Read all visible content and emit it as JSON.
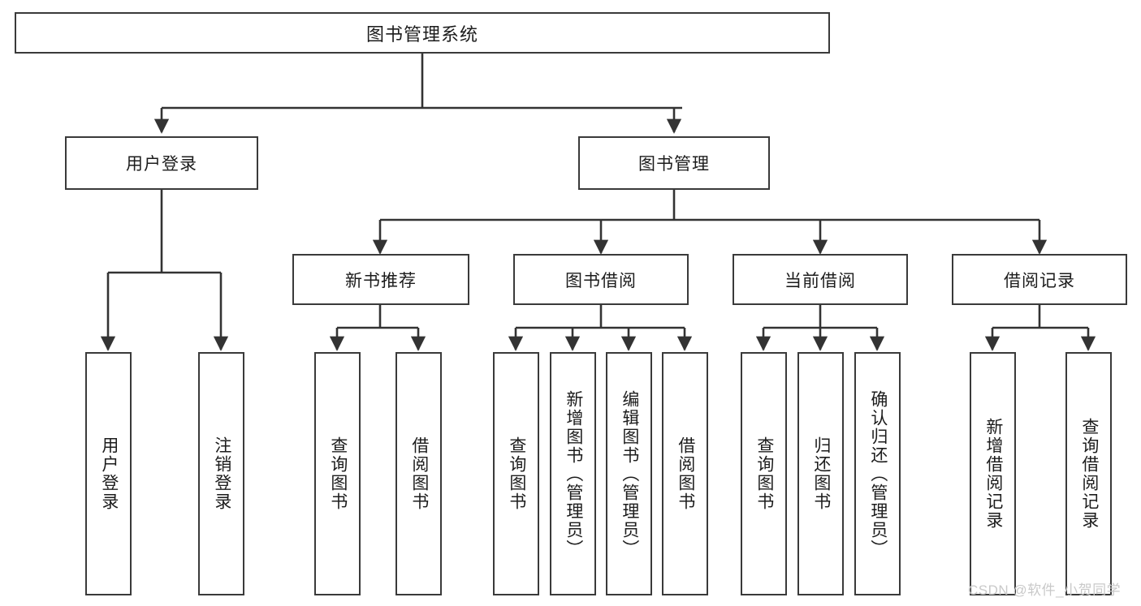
{
  "diagram": {
    "title": "图书管理系统",
    "type": "hierarchy-tree",
    "colors": {
      "node_border": "#3a3a3a",
      "node_fill": "#ffffff",
      "connector": "#333333",
      "text": "#1c1c1c",
      "watermark": "#c9c9c9"
    },
    "levels": {
      "root": {
        "label": "图书管理系统"
      },
      "level2": [
        {
          "id": "user-login",
          "label": "用户登录"
        },
        {
          "id": "book-management",
          "label": "图书管理"
        }
      ],
      "level3": [
        {
          "id": "new-book-recommend",
          "label": "新书推荐",
          "parent": "book-management"
        },
        {
          "id": "book-borrow",
          "label": "图书借阅",
          "parent": "book-management"
        },
        {
          "id": "current-borrow",
          "label": "当前借阅",
          "parent": "book-management"
        },
        {
          "id": "borrow-record",
          "label": "借阅记录",
          "parent": "book-management"
        }
      ],
      "leaves": [
        {
          "id": "leaf-user-login",
          "label": "用户登录",
          "parent": "user-login"
        },
        {
          "id": "leaf-user-logout",
          "label": "注销登录",
          "parent": "user-login"
        },
        {
          "id": "leaf-query-book-1",
          "label": "查询图书",
          "parent": "new-book-recommend"
        },
        {
          "id": "leaf-borrow-book-1",
          "label": "借阅图书",
          "parent": "new-book-recommend"
        },
        {
          "id": "leaf-query-book-2",
          "label": "查询图书",
          "parent": "book-borrow"
        },
        {
          "id": "leaf-add-book",
          "label": "新增图书（管理员）",
          "parent": "book-borrow"
        },
        {
          "id": "leaf-edit-book",
          "label": "编辑图书（管理员）",
          "parent": "book-borrow"
        },
        {
          "id": "leaf-borrow-book-2",
          "label": "借阅图书",
          "parent": "book-borrow"
        },
        {
          "id": "leaf-query-book-3",
          "label": "查询图书",
          "parent": "current-borrow"
        },
        {
          "id": "leaf-return-book",
          "label": "归还图书",
          "parent": "current-borrow"
        },
        {
          "id": "leaf-confirm-return",
          "label": "确认归还（管理员）",
          "parent": "current-borrow"
        },
        {
          "id": "leaf-add-record",
          "label": "新增借阅记录",
          "parent": "borrow-record"
        },
        {
          "id": "leaf-query-record",
          "label": "查询借阅记录",
          "parent": "borrow-record"
        }
      ]
    },
    "watermark": "CSDN @软件_小贺同学"
  }
}
